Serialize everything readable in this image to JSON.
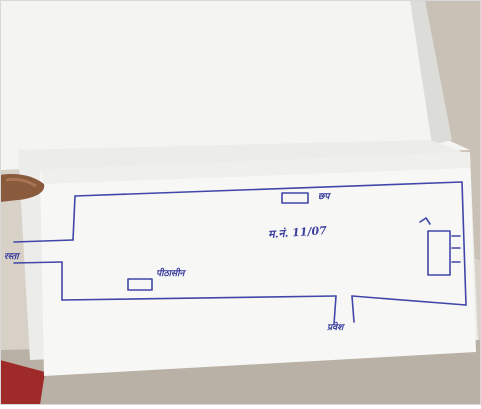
{
  "photo": {
    "subject": "hand-drawn floor plan sketch on paper",
    "ink_color": "#3b3f9e",
    "labels": {
      "top_box": "छप",
      "center": "म.नं. 11/07",
      "left_gap": "रस्ता",
      "lower_box": "पीठासीन",
      "bottom_gap": "प्रवेश"
    }
  }
}
